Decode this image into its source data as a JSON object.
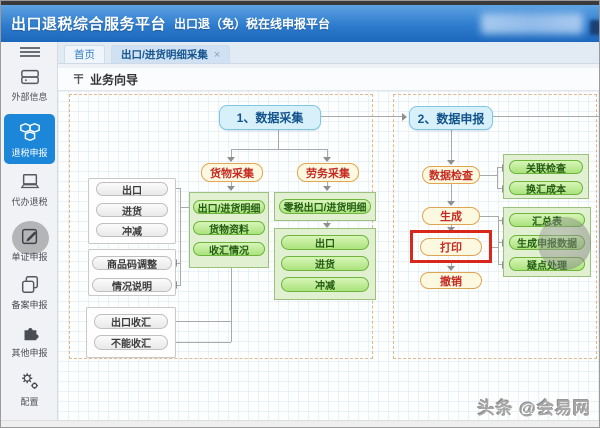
{
  "header": {
    "title": "出口退税综合服务平台",
    "subtitle": "出口退（免）税在线申报平台"
  },
  "sidebar": {
    "items": [
      {
        "label": "外部信息",
        "icon": "storage-icon",
        "active": false
      },
      {
        "label": "退税申报",
        "icon": "cubes-icon",
        "active": true
      },
      {
        "label": "代办退税",
        "icon": "laptop-icon",
        "active": false
      },
      {
        "label": "单证申报",
        "icon": "pen-icon",
        "active": false
      },
      {
        "label": "备案申报",
        "icon": "copy-icon",
        "active": false
      },
      {
        "label": "其他申报",
        "icon": "puzzle-icon",
        "active": false
      },
      {
        "label": "配置",
        "icon": "gears-icon",
        "active": false
      }
    ]
  },
  "tabs": {
    "home": "首页",
    "active_tab": "出口/进货明细采集",
    "close": "×"
  },
  "panel": {
    "title": "业务向导"
  },
  "flow": {
    "stage1": "1、数据采集",
    "stage2": "2、数据申报",
    "collect_goods": "货物采集",
    "collect_service": "劳务采集",
    "goods_side": [
      "出口",
      "进货",
      "冲减"
    ],
    "adjust_side": [
      "商品码调整",
      "情况说明"
    ],
    "forex_side": [
      "出口收汇",
      "不能收汇"
    ],
    "goods_detail": [
      "出口/进货明细",
      "货物资料",
      "收汇情况"
    ],
    "service_detail": "零税出口/进货明细",
    "service_ops": [
      "出口",
      "进货",
      "冲减"
    ],
    "declare_steps": [
      "数据检查",
      "生成",
      "打印",
      "撤销"
    ],
    "check_ops": [
      "关联检查",
      "换汇成本"
    ],
    "generate_ops": [
      "汇总表",
      "生成申报数据",
      "疑点处理"
    ]
  },
  "watermark": {
    "text": "头条 @会易网"
  },
  "colors": {
    "header_blue": "#2e7ccd",
    "sidebar_active": "#1c87d8",
    "node_blue_bg": "#d8f0fa",
    "node_orange_bg": "#fdf8e0",
    "node_red_text": "#c52b22",
    "green_btn_bg": "#abe37d",
    "highlight_red": "#d8281b",
    "dashed_border": "#e6b488"
  }
}
